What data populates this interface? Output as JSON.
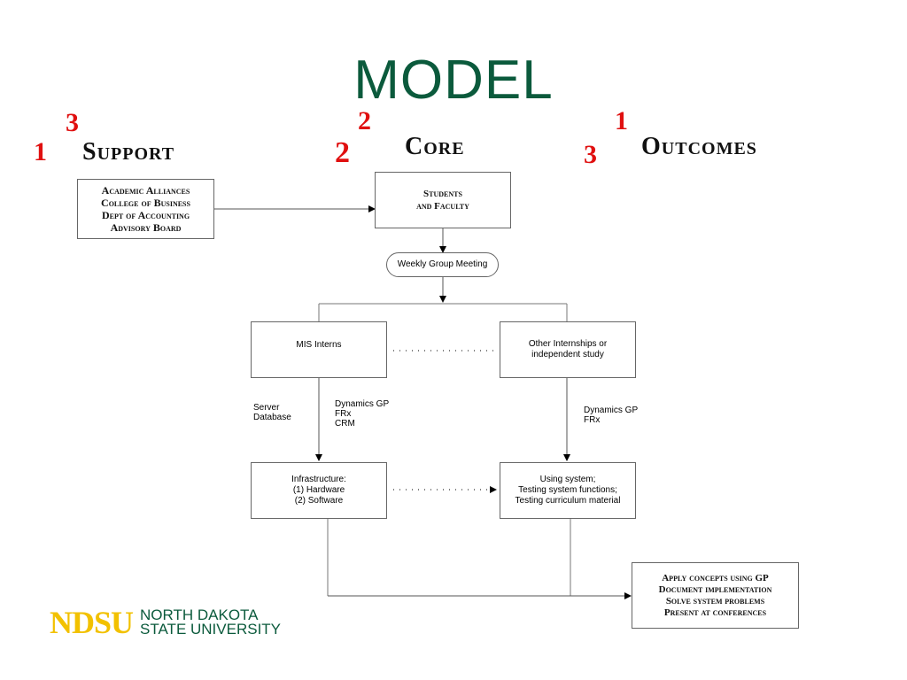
{
  "title": "MODEL",
  "headers": {
    "support": "Support",
    "core": "Core",
    "outcomes": "Outcomes"
  },
  "numbers": {
    "support_top": "3",
    "support_left": "1",
    "core_top": "2",
    "core_left": "2",
    "outcomes_top": "1",
    "outcomes_left": "3"
  },
  "support_box": [
    "Academic Alliances",
    "College of Business",
    "Dept of Accounting",
    "Advisory Board"
  ],
  "core_box": [
    "Students",
    "and Faculty"
  ],
  "weekly_meeting": "Weekly Group Meeting",
  "mis_interns": "MIS Interns",
  "other_internships": [
    "Other Internships or",
    "independent study"
  ],
  "server_database": [
    "Server",
    "Database"
  ],
  "left_tools": [
    "Dynamics GP",
    "FRx",
    "CRM"
  ],
  "right_tools": [
    "Dynamics GP",
    "FRx"
  ],
  "infrastructure": [
    "Infrastructure:",
    "(1) Hardware",
    "(2) Software"
  ],
  "using_system": [
    "Using system;",
    "Testing system functions;",
    "Testing curriculum material"
  ],
  "outcomes_box": [
    "Apply concepts using GP",
    "Document implementation",
    "Solve system problems",
    "Present at conferences"
  ],
  "logo": {
    "mark": "NDSU",
    "line1": "NORTH DAKOTA",
    "line2": "STATE UNIVERSITY"
  },
  "colors": {
    "title": "#0b5a3c",
    "numbers": "#e01010",
    "logo_mark": "#f2c100",
    "logo_text": "#0b5a3c"
  }
}
